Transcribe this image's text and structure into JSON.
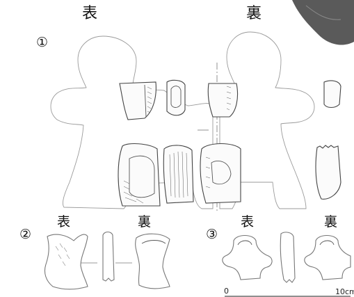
{
  "labels": {
    "omote": "表",
    "ura": "裏",
    "n1": "①",
    "n2": "②",
    "n3": "③",
    "scale_zero": "0",
    "scale_end": "10cm"
  },
  "colors": {
    "outline": "#9a9a9a",
    "sherd": "#444444",
    "rock": "#5a5a5a"
  }
}
